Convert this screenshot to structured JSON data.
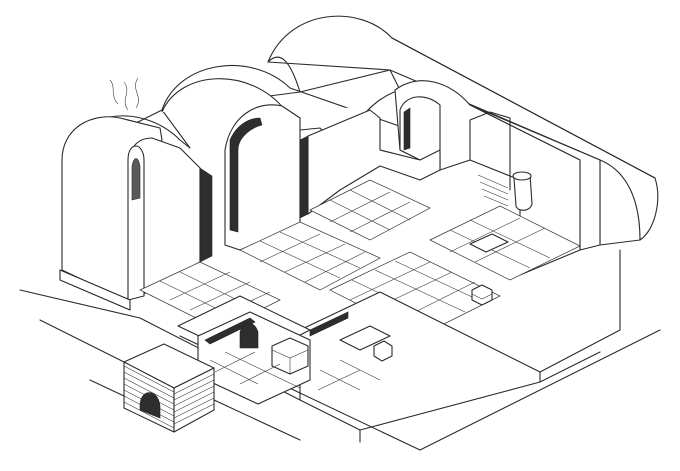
{
  "figure": {
    "kind": "isometric cutaway drawing",
    "colors": {
      "ink": "#2a2a2a",
      "paper": "#ffffff",
      "shadow": "#5a5a5a"
    },
    "parts": [
      "barrel-vault-roof",
      "arched-doorway",
      "pillar",
      "paved-floor",
      "sunken-chamber",
      "stepped-block",
      "tunnel-entrance-block",
      "jar"
    ]
  }
}
